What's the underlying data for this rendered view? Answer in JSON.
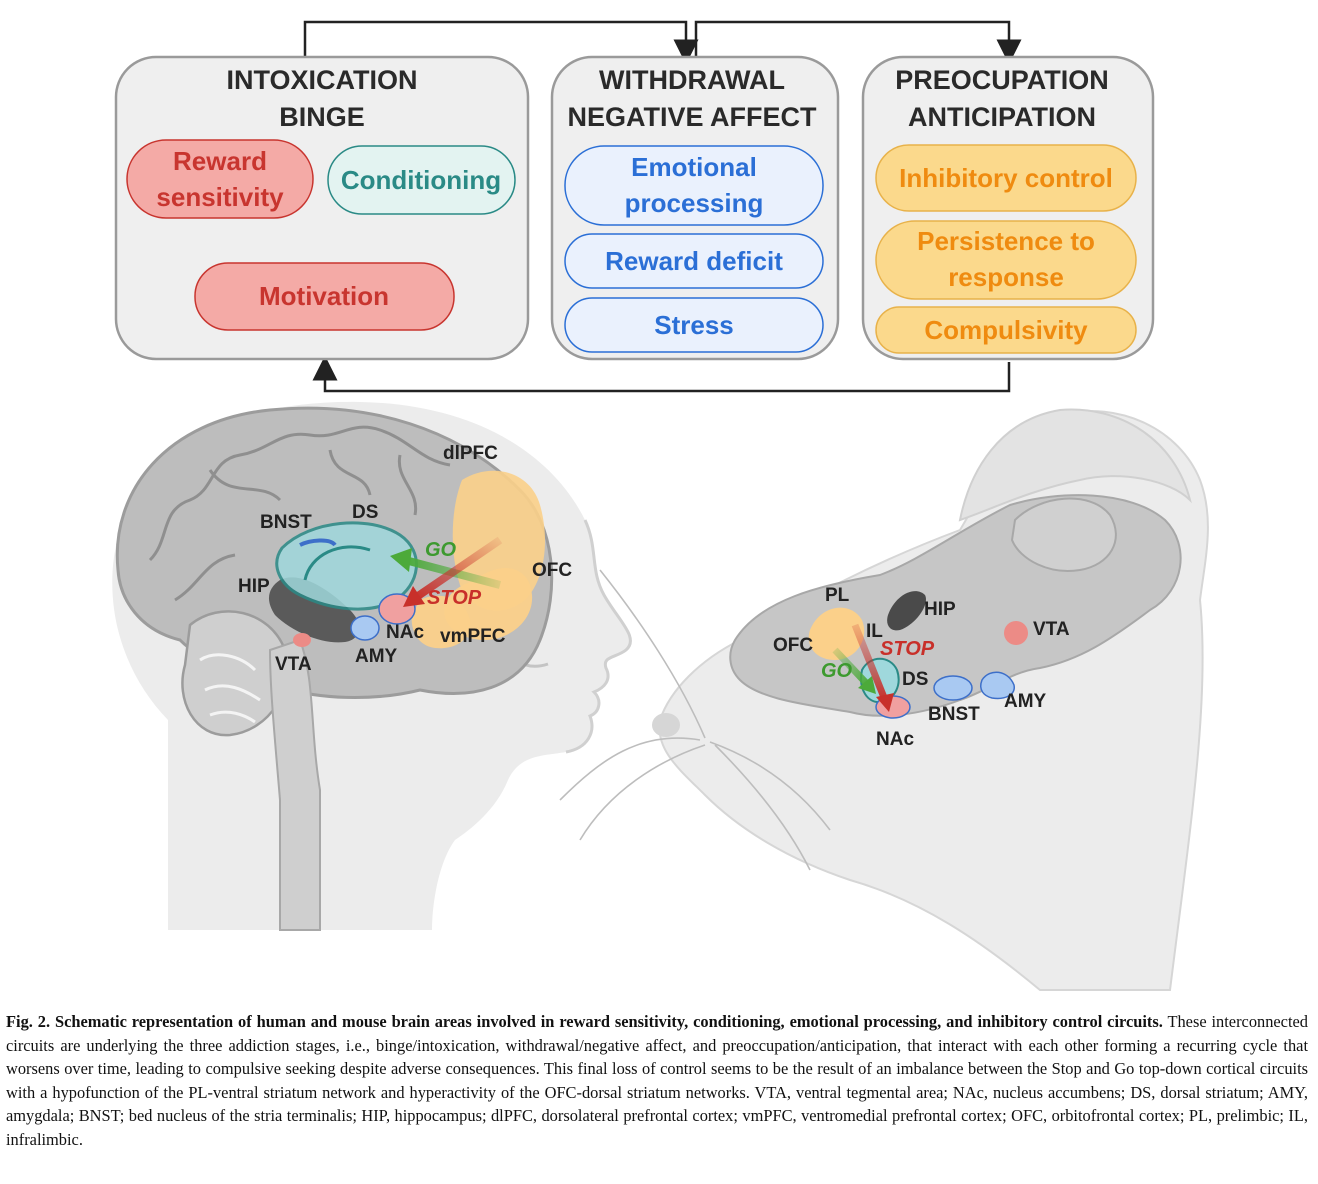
{
  "stages": [
    {
      "title_line1": "INTOXICATION",
      "title_line2": "BINGE",
      "items": [
        "Reward|sensitivity",
        "Conditioning",
        "Motivation"
      ]
    },
    {
      "title_line1": "WITHDRAWAL",
      "title_line2": "NEGATIVE AFFECT",
      "items": [
        "Emotional|processing",
        "Reward deficit",
        "Stress"
      ]
    },
    {
      "title_line1": "PREOCUPATION",
      "title_line2": "ANTICIPATION",
      "items": [
        "Inhibitory control",
        "Persistence to|response",
        "Compulsivity"
      ]
    }
  ],
  "human_labels": {
    "dlpfc": "dlPFC",
    "bnst": "BNST",
    "ds": "DS",
    "go": "GO",
    "ofc": "OFC",
    "hip": "HIP",
    "stop": "STOP",
    "nac": "NAc",
    "vmpfc": "vmPFC",
    "vta": "VTA",
    "amy": "AMY"
  },
  "mouse_labels": {
    "pl": "PL",
    "hip": "HIP",
    "ofc": "OFC",
    "il": "IL",
    "stop": "STOP",
    "vta": "VTA",
    "go": "GO",
    "ds": "DS",
    "bnst": "BNST",
    "amy": "AMY",
    "nac": "NAc"
  },
  "colors": {
    "panel_bg": "#efefef",
    "panel_border": "#9a9a9a",
    "red_fill": "#f4aaa6",
    "red_text": "#c8352f",
    "red_border": "#c8352f",
    "teal_fill": "#e3f3f1",
    "teal_text": "#2a8a86",
    "teal_border": "#2a8a86",
    "blue_fill": "#eaf1fd",
    "blue_text": "#2b6fd6",
    "blue_border": "#2b6fd6",
    "orange_fill": "#fbd98c",
    "orange_text": "#ef8b10",
    "orange_border": "#e8b24a",
    "go_arrow": "#4caa3a",
    "stop_arrow": "#c8302a"
  },
  "caption": {
    "fig_label": "Fig. 2.",
    "bold_title": "Schematic representation of human and mouse brain areas involved in reward sensitivity, conditioning, emotional processing, and inhibitory control circuits.",
    "body": "These interconnected circuits are underlying the three addiction stages, i.e., binge/intoxication, withdrawal/negative affect, and preoccupation/anticipation, that interact with each other forming a recurring cycle that worsens over time, leading to compulsive seeking despite adverse consequences. This final loss of control seems to be the result of an imbalance between the Stop and Go top-down cortical circuits with a hypofunction of the PL-ventral striatum network and hyperactivity of the OFC-dorsal striatum networks. VTA, ventral tegmental area; NAc, nucleus accumbens; DS, dorsal striatum; AMY, amygdala; BNST; bed nucleus of the stria terminalis; HIP, hippocampus; dlPFC, dorsolateral prefrontal cortex; vmPFC, ventromedial prefrontal cortex; OFC, orbitofrontal cortex; PL, prelimbic; IL, infralimbic."
  }
}
